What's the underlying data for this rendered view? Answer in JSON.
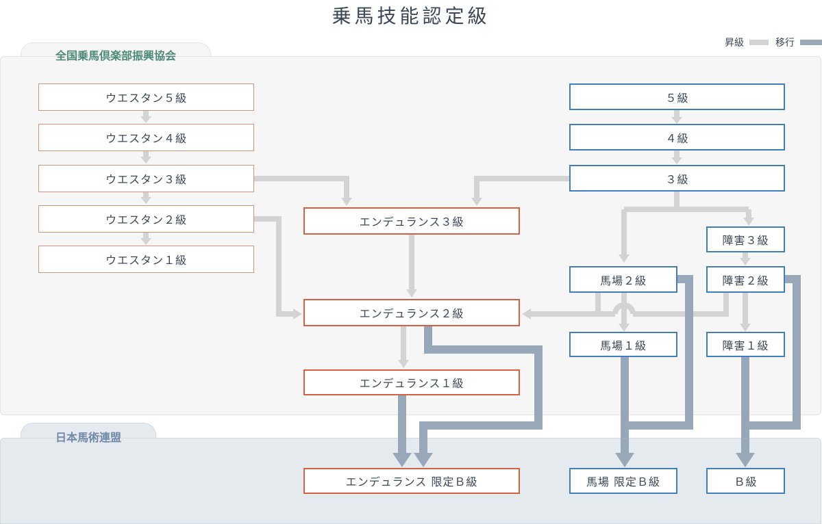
{
  "title": "乗馬技能認定級",
  "legend": {
    "promotion": "昇級",
    "transition": "移行"
  },
  "colors": {
    "promotion_arrow": "#d3d3d3",
    "transition_arrow": "#99a8b8",
    "western_border": "#c9977a",
    "endurance_border": "#d9603e",
    "jef_border": "#3f7fc0"
  },
  "sections": {
    "upper": "全国乗馬倶楽部振興協会",
    "lower": "日本馬術連盟"
  },
  "western": {
    "w5": "ウエスタン５級",
    "w4": "ウエスタン４級",
    "w3": "ウエスタン３級",
    "w2": "ウエスタン２級",
    "w1": "ウエスタン１級"
  },
  "endurance": {
    "e3": "エンデュランス３級",
    "e2": "エンデュランス２級",
    "e1": "エンデュランス１級",
    "eb": "エンデュランス 限定Ｂ級"
  },
  "riding": {
    "l5": "５級",
    "l4": "４級",
    "l3": "３級",
    "d2": "馬場２級",
    "d1": "馬場１級",
    "db": "馬場 限定Ｂ級",
    "j3": "障害３級",
    "j2": "障害２級",
    "j1": "障害１級",
    "b": "Ｂ級"
  }
}
